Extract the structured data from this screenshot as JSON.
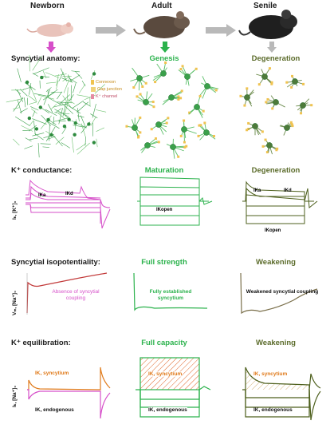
{
  "columns": {
    "newborn": "Newborn",
    "adult": "Adult",
    "senile": "Senile"
  },
  "sections": {
    "anatomy": {
      "title": "Syncytial anatomy:",
      "adult": "Genesis",
      "senile": "Degeneration",
      "legend": [
        "Connexon",
        "Gap junction",
        "K⁺ channel"
      ]
    },
    "conductance": {
      "title": "K⁺ conductance:",
      "adult": "Maturation",
      "senile": "Degeneration",
      "ylabel": "Iₖ, [K⁺]₀",
      "newborn_labels": [
        "IKa",
        "IKd"
      ],
      "adult_labels": [
        "IKopen"
      ],
      "senile_labels": [
        "IKa",
        "IKd",
        "IKopen"
      ]
    },
    "isopotentiality": {
      "title": "Syncytial isopotentiality:",
      "adult": "Full strength",
      "senile": "Weakening",
      "ylabel": "Vₘ, [Na⁺]₀",
      "newborn_note": "Absence of syncytial coupling",
      "adult_note": "Fully established syncytium",
      "senile_note": "Weakened syncytial coupling"
    },
    "equilibration": {
      "title": "K⁺ equilibration:",
      "adult": "Full capacity",
      "senile": "Weakening",
      "ylabel": "Iₖ, [Na⁺]₀",
      "syncytium_label": "IK, syncytium",
      "endogenous_label": "IK, endogenous"
    }
  },
  "colors": {
    "newborn": "#d64fc9",
    "adult": "#2bb24c",
    "senile": "#4d5f1c",
    "syncytium_text": "#e07a1a",
    "hatch": "#e0662a"
  }
}
